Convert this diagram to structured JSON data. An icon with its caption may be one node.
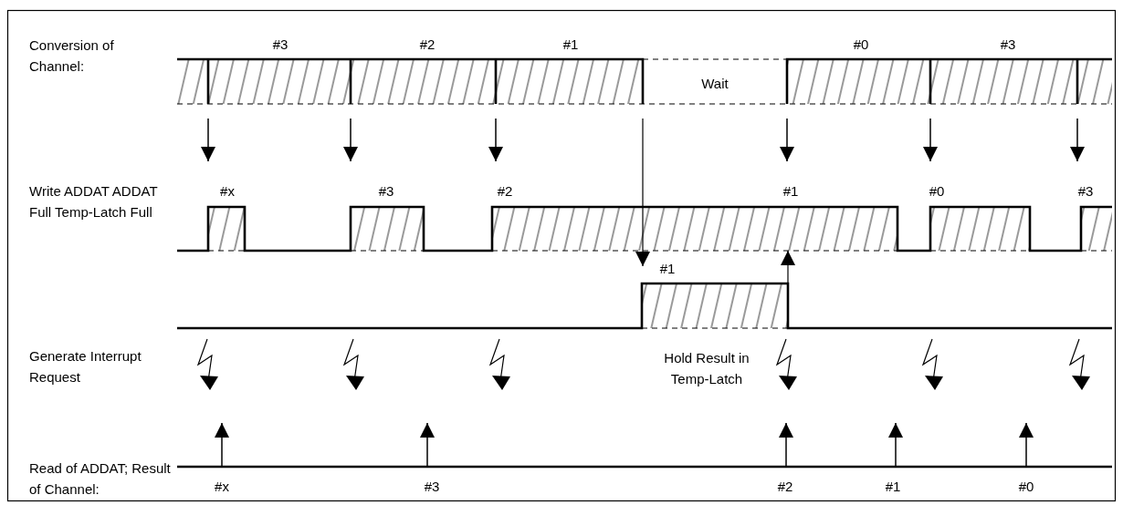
{
  "diagram": {
    "labels": [
      "Conversion of Channel:",
      "#3",
      "#2",
      "#1",
      "#0",
      "#3",
      "Wait",
      "Write ADDAT ADDAT Full Temp-Latch Full",
      "#x",
      "#3",
      "#2",
      "#1",
      "#0",
      "#3",
      "#1",
      "Generate Interrupt Request",
      "Hold Result in Temp-Latch",
      "Read of ADDAT; Result of Channel:",
      "#x",
      "#3",
      "#2",
      "#1",
      "#0"
    ]
  }
}
